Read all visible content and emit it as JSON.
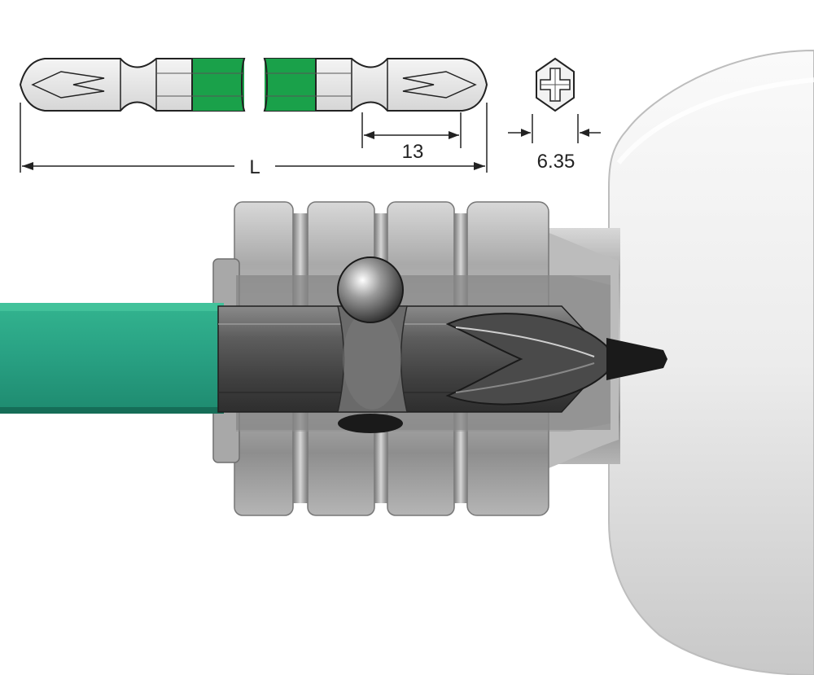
{
  "dimensions": {
    "length_label": "L",
    "tip_length_label": "13",
    "hex_size_label": "6.35"
  },
  "colors": {
    "band_green": "#1aa14a",
    "shank_teal": "#2aa586",
    "bit_steel": "#5a5a5a",
    "holder_chrome": "#bdbdbd"
  }
}
